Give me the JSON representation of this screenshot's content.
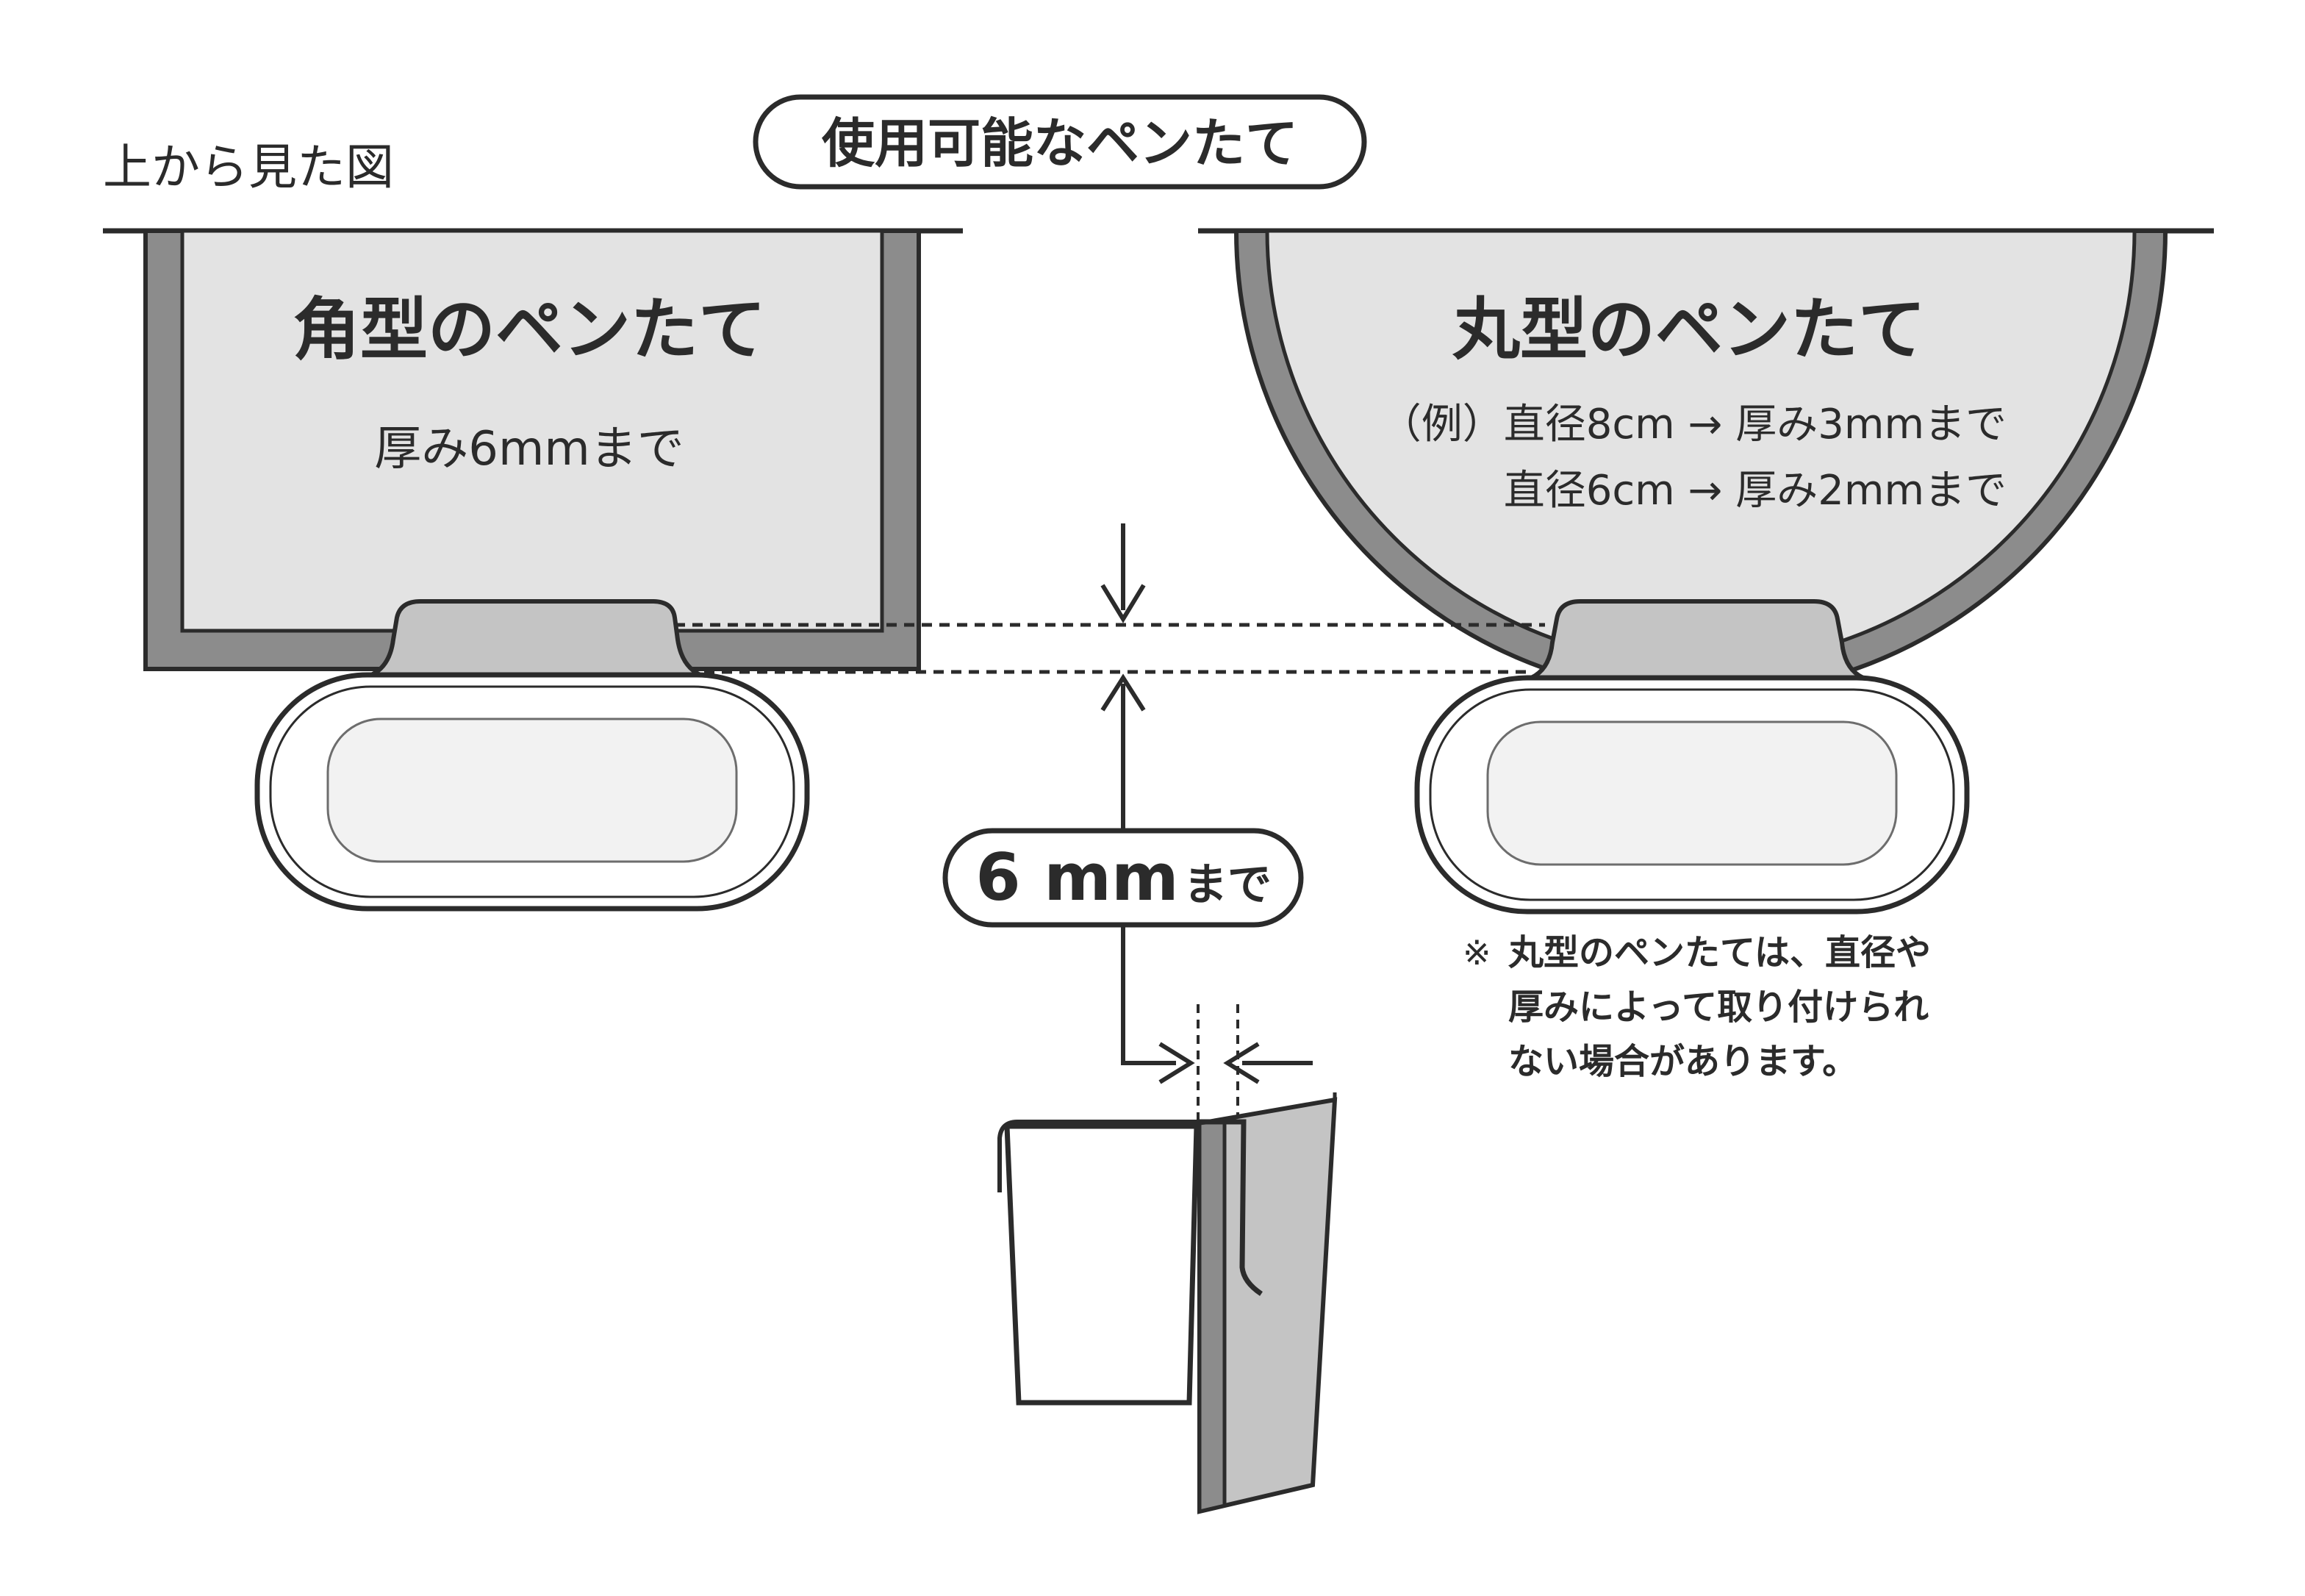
{
  "view_label": "上から見た図",
  "header_badge": "使用可能なペンたて",
  "square_holder": {
    "title": "角型のペンたて",
    "limit": "厚み6mmまで"
  },
  "round_holder": {
    "title": "丸型のペンたて",
    "example_line1": "（例）直径8cm → 厚み3mmまで",
    "example_line2": "直径6cm → 厚み2mmまで"
  },
  "thickness_badge": {
    "number": "6",
    "unit": "mm",
    "suffix": "まで"
  },
  "note": {
    "mark": "※",
    "line1": "丸型のペンたては、直径や",
    "line2": "厚みによって取り付けられ",
    "line3": "ない場合があります。"
  },
  "colors": {
    "line": "#2b2b2b",
    "wall_fill": "#8c8c8c",
    "inner_fill": "#e3e3e3",
    "clip_fill": "#c4c4c4",
    "background": "#ffffff"
  }
}
